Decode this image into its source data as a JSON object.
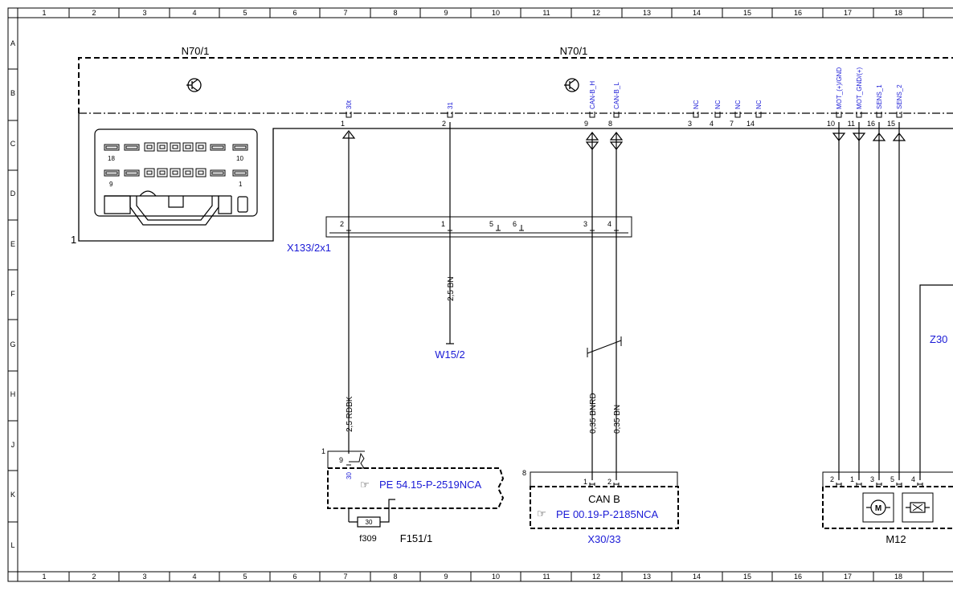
{
  "grid": {
    "columns": [
      "1",
      "2",
      "3",
      "4",
      "5",
      "6",
      "7",
      "8",
      "9",
      "10",
      "11",
      "12",
      "13",
      "14",
      "15",
      "16",
      "17",
      "18"
    ],
    "rows": [
      "A",
      "B",
      "C",
      "D",
      "E",
      "F",
      "G",
      "H",
      "J",
      "K",
      "L"
    ]
  },
  "components": {
    "n70_left_label": "N70/1",
    "n70_right_label": "N70/1",
    "connector_face_number_18": "18",
    "connector_face_number_10": "10",
    "connector_face_number_9": "9",
    "connector_face_number_1": "1",
    "box_corner_marker": "1",
    "x133_label": "X133/2x1",
    "w15_label": "W15/2",
    "f151_label": "F151/1",
    "f309_label": "f309",
    "fuse_value": "30",
    "fuse_pin_9": "9",
    "fuse_pin_30": "30",
    "fuse_corner_marker": "1",
    "fuse_ref": "PE 54.15-P-2519NCA",
    "can_block_corner": "8",
    "can_title": "CAN B",
    "can_ref": "PE 00.19-P-2185NCA",
    "x30_label": "X30/33",
    "m12_label": "M12",
    "z30_partial": "Z30"
  },
  "n70_pins": [
    {
      "signal": "30t",
      "pin": "1"
    },
    {
      "signal": "31",
      "pin": "2"
    },
    {
      "signal": "CAN-B_H",
      "pin": "9"
    },
    {
      "signal": "CAN-B_L",
      "pin": "8"
    },
    {
      "signal": "NC",
      "pin": "3"
    },
    {
      "signal": "NC",
      "pin": "4"
    },
    {
      "signal": "NC",
      "pin": "7"
    },
    {
      "signal": "NC",
      "pin": "14"
    },
    {
      "signal": "MOT_(+)/GND",
      "pin": "10"
    },
    {
      "signal": "MOT_GND/(+)",
      "pin": "11"
    },
    {
      "signal": "SENS_1",
      "pin": "16"
    },
    {
      "signal": "SENS_2",
      "pin": "15"
    }
  ],
  "x133_pins": [
    "2",
    "1",
    "5",
    "6",
    "3",
    "4"
  ],
  "wires": {
    "rdbk": "2,5 RDBK",
    "bn_ground": "2,5 BN",
    "bnrd": "0,35 BNRD",
    "bn_can": "0,35 BN"
  },
  "can_pins": [
    "1",
    "2"
  ],
  "m12_pins": [
    "2",
    "1",
    "3",
    "5",
    "4"
  ],
  "colors": {
    "line": "#000000",
    "reference_text": "#1a1ad6"
  }
}
